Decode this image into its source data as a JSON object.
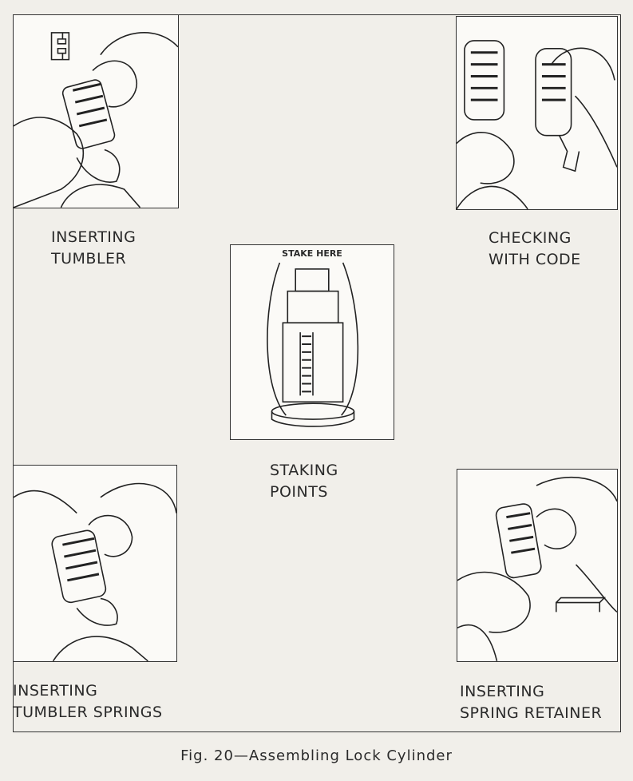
{
  "panels": {
    "inserting_tumbler": {
      "caption_line1": "INSERTING",
      "caption_line2": "TUMBLER"
    },
    "checking_with_code": {
      "caption_line1": "CHECKING",
      "caption_line2": "WITH CODE"
    },
    "staking_points": {
      "label": "STAKE HERE",
      "caption_line1": "STAKING",
      "caption_line2": "POINTS"
    },
    "inserting_tumbler_springs": {
      "caption_line1": "INSERTING",
      "caption_line2": "TUMBLER SPRINGS"
    },
    "inserting_spring_retainer": {
      "caption_line1": "INSERTING",
      "caption_line2": "SPRING RETAINER"
    }
  },
  "figure_caption": "Fig. 20—Assembling Lock Cylinder"
}
